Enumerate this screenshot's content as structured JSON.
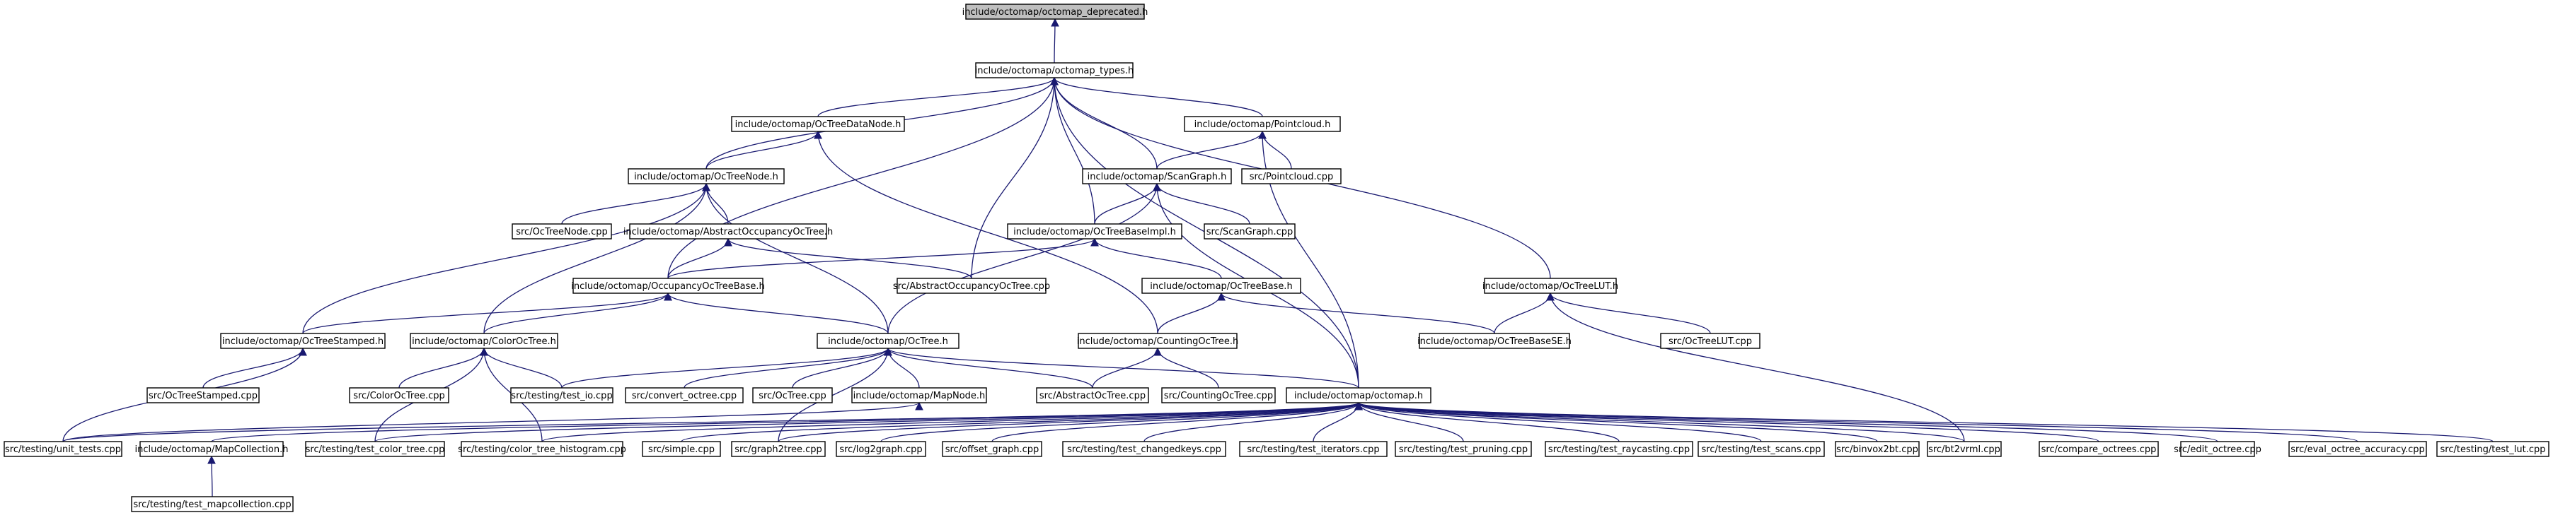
{
  "colors": {
    "edge": "#191970",
    "node_fill": "#ffffff",
    "root_fill": "#bfbfbf",
    "border": "#000000"
  },
  "nodes": {
    "deprecated": "include/octomap/octomap_deprecated.h",
    "types": "include/octomap/octomap_types.h",
    "octreedatanode": "include/octomap/OcTreeDataNode.h",
    "pointcloud": "include/octomap/Pointcloud.h",
    "octreenode": "include/octomap/OcTreeNode.h",
    "scangraph": "include/octomap/ScanGraph.h",
    "pointcloud_cpp": "src/Pointcloud.cpp",
    "octreenode_cpp": "src/OcTreeNode.cpp",
    "abstractocc": "include/octomap/AbstractOccupancyOcTree.h",
    "octreebaseimpl": "include/octomap/OcTreeBaseImpl.h",
    "scangraph_cpp": "src/ScanGraph.cpp",
    "occupancybase": "include/octomap/OccupancyOcTreeBase.h",
    "abstractocc_cpp": "src/AbstractOccupancyOcTree.cpp",
    "octreebase": "include/octomap/OcTreeBase.h",
    "octreelut": "include/octomap/OcTreeLUT.h",
    "stamped": "include/octomap/OcTreeStamped.h",
    "colortree": "include/octomap/ColorOcTree.h",
    "octree": "include/octomap/OcTree.h",
    "counting": "include/octomap/CountingOcTree.h",
    "basese": "include/octomap/OcTreeBaseSE.h",
    "octreelut_cpp": "src/OcTreeLUT.cpp",
    "stamped_cpp": "src/OcTreeStamped.cpp",
    "colortree_cpp": "src/ColorOcTree.cpp",
    "test_io": "src/testing/test_io.cpp",
    "convert": "src/convert_octree.cpp",
    "octree_cpp": "src/OcTree.cpp",
    "mapnode": "include/octomap/MapNode.h",
    "abstractoctree_cpp": "src/AbstractOcTree.cpp",
    "counting_cpp": "src/CountingOcTree.cpp",
    "octomap": "include/octomap/octomap.h",
    "unit_tests": "src/testing/unit_tests.cpp",
    "mapcollection": "include/octomap/MapCollection.h",
    "test_color": "src/testing/test_color_tree.cpp",
    "color_hist": "src/testing/color_tree_histogram.cpp",
    "simple": "src/simple.cpp",
    "graph2tree": "src/graph2tree.cpp",
    "log2graph": "src/log2graph.cpp",
    "offset_graph": "src/offset_graph.cpp",
    "changedkeys": "src/testing/test_changedkeys.cpp",
    "iterators": "src/testing/test_iterators.cpp",
    "pruning": "src/testing/test_pruning.cpp",
    "raycasting": "src/testing/test_raycasting.cpp",
    "scans": "src/testing/test_scans.cpp",
    "binvox": "src/binvox2bt.cpp",
    "bt2vrml": "src/bt2vrml.cpp",
    "compare": "src/compare_octrees.cpp",
    "edit": "src/edit_octree.cpp",
    "eval": "src/eval_octree_accuracy.cpp",
    "test_lut": "src/testing/test_lut.cpp",
    "test_mapcoll": "src/testing/test_mapcollection.cpp"
  }
}
